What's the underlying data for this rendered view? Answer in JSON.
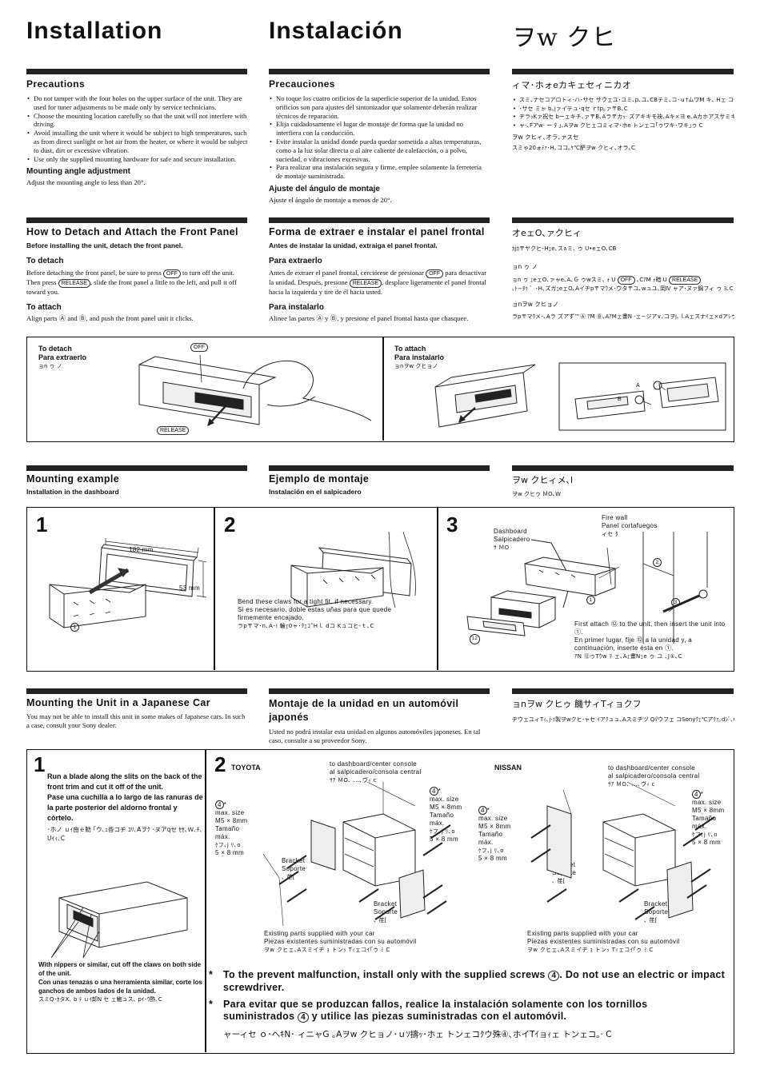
{
  "header": {
    "en": "Installation",
    "es": "Instalación",
    "ja": "ヲw クヒ"
  },
  "precautions": {
    "en": {
      "title": "Precautions",
      "items": [
        "Do not tamper with the four holes on the upper surface of the unit. They are used for tuner adjustments to be made only by service technicians.",
        "Choose the mounting location carefully so that the unit will not interfere with driving.",
        "Avoid installing the unit where it would be subject to high temperatures, such as from direct sunlight or hot air from the heater, or where it would be subject to dust, dirt or excessive vibration.",
        "Use only the supplied mounting hardware for safe and secure installation."
      ],
      "angle_title": "Mounting angle adjustment",
      "angle_text": "Adjust the mounting angle to less than 20°."
    },
    "es": {
      "title": "Precauciones",
      "items": [
        "No toque los cuatro orificios de la superficie superior de la unidad. Estos orificios son para ajustes del sintonizador que solamente deberán realizar técnicos de reparación.",
        "Elija cuidadosamente el lugar de montaje de forma que la unidad no interfiera con la conducción.",
        "Evite instalar la unidad donde pueda quedar sometida a altas temperaturas, como a la luz solar directa o al aire caliente de calefacción, o a polvo, suciedad, o vibraciones excesivas.",
        "Para realizar una instalación segura y firme, emplee solamente la ferretería de montaje suministrada."
      ],
      "angle_title": "Ajuste del ángulo de montaje",
      "angle_text": "Ajuste el ángulo de montaje a menos de 20°."
    },
    "ja": {
      "title": "ィマ･ホォeカキェセィニカオ",
      "items": [
        "スミ､ナセコアロトィ-ハ･サセ  サウェユ･ユミ､p､ユ､CBテミ､コ･ｕ†ムワM キ､ Hェ  コセ珊ソリセ  ノ､ァ･ホ､C",
        "･サセ  ミゕ  b｡jァイテュ･qセ  ｒtp｡ァ〒B､C",
        "ヂラｯKァ祝セ  bーェキチ､ァ〒B､Aラ〒カｯ·  ズアキキモ袂､Aキ×ヨ  e､Aカホアスサミキ･ヲ癿､Aナシ",
        "ャ-､Fアw·  ー  ﾀ ｣､Aヲw クヒェコミィマ･ホe  トンェコ｢ゥワキ･ワキ｣ゥ  C"
      ],
      "angle_title": "ヲw クヒィ､オラ､ァスセ",
      "angle_text": "スミゃ20ォﾃｧ･H､ココ｡ｹ℃酽ヲw クヒィ､オラ､C"
    }
  },
  "front_panel": {
    "en": {
      "title": "How to Detach and Attach the Front Panel",
      "subtitle": "Before installing the unit, detach the front panel.",
      "detach_title": "To detach",
      "detach_text_1": "Before detaching the front panel, be sure to press",
      "detach_text_2": "to turn off the unit. Then press",
      "detach_text_3": ", slide the front panel a little to the left, and pull it off toward you.",
      "attach_title": "To attach",
      "attach_text": "Align parts Ⓐ and Ⓑ, and push the front panel unit it clicks."
    },
    "es": {
      "title": "Forma de extraer e instalar el panel frontal",
      "subtitle": "Antes de instalar la unidad, extraiga el panel frontal.",
      "detach_title": "Para extraerlo",
      "detach_text_1": "Antes de extraer el panel frontal, cerciórese de presionar",
      "detach_text_2": "para desactivar la unidad. Después, presione",
      "detach_text_3": ", desplace ligeramente el panel frontal hacia la izquierda y tire de él hacia usted.",
      "attach_title": "Para instalarlo",
      "attach_text": "Alinee las partes Ⓐ y Ⓑ, y presione el panel frontal hasta que chasquee."
    },
    "ja": {
      "title": "オeェO､ァクヒィ",
      "subtitle": "ｶjｶ〒ヤクヒ･Hｪe､ス∧ミ､  ゥ  U•eェO､CB",
      "detach_title": "ョn ゥ     ノ",
      "detach_text": "ョn ゥ      ｪeェO､ァャe､A､Ｇ ゥwスミ､ ｫ  U",
      "detach_text_2": "､CｱM ｫ暗  U",
      "detach_text_3": "､ﾄ−ﾀｩ  ゛･H､ズガｪeェO､Aイヂp〒マｳメ･ウタ〒ユ､wュユ､岡Ⅳ ャア･ヌァ錦フィ  ゥ ﾖ､C",
      "attach_title": "ョnヲw クヒョノ",
      "attach_text": "ラp〒マｳメ･､Aラ  ズアず™Ⓐ ｱM Ⓑ､AｱMェ畫N ·ェ−ジア∨､コヲj､ｌAェスナｲェ×dアｼゥ〒T､C"
    }
  },
  "keys": {
    "off": "OFF",
    "release": "RELEASE"
  },
  "fig_panel": {
    "detach_en": "To detach",
    "detach_es": "Para extraerlo",
    "detach_ja": "ョn ゥ     ノ",
    "attach_en": "To attach",
    "attach_es": "Para instalarlo",
    "attach_ja": "ョnヲw クヒョノ",
    "label_a": "A",
    "label_b": "B"
  },
  "mounting_example": {
    "en_title": "Mounting example",
    "en_sub": "Installation in the dashboard",
    "es_title": "Ejemplo de montaje",
    "es_sub": "Instalación en el salpicadero",
    "ja_title": "ヲw クヒィメ､l",
    "ja_sub": "ヲw クヒゥ     ＭO､W"
  },
  "fig_mount": {
    "n1": "1",
    "n2": "2",
    "n3": "3",
    "dim_w": "182 mm",
    "dim_h": "53 mm",
    "c1": "1",
    "claws_en": "Bend these claws for a tight fit, if necessary.",
    "claws_es": "Si es necesario, doble estas uñas para que quede firmemente encajado.",
    "claws_ja": "ラp〒マ･n､A･i 輪ｪ0ャ･ｸｪｺ˄Hｌ dコ   Kュコヒ-ｔ､C",
    "fw_en": "Fire wall",
    "fw_es": "Panel cortafuegos",
    "fw_ja": "ィセ   ﾀ",
    "db_en": "Dashboard",
    "db_es": "Salpicadero",
    "db_ja": "ｻ   ＭO",
    "c2": "2",
    "c3": "3",
    "c12": "12",
    "first_en": "First attach ⑫ to the unit, then insert the unit into ①.",
    "first_es": "En primer lugar, fije ⑫ a la unidad y, a continuación, inserte ésta en ①.",
    "first_ja": "ｱN ⑫ゥTｳw ｦ  ェ､Aｪ畫Nｪe  ゥ ユ   ､J①､C"
  },
  "japanese_car": {
    "en_title": "Mounting the Unit in a Japanese Car",
    "en_text": "You may not be able to install this unit in some makes of Japanese cars. In such a case, consult your Sony dealer.",
    "es_title": "Montaje de la unidad en un automóvil japonés",
    "es_text": "Usted no podrá instalar esta unidad en algunos automóviles japoneses. En tal caso, consulte a su proveedor Sony.",
    "ja_title": "ョnヲw クヒゥ   饑サィTィョクフ",
    "ja_text": "ヂウェユィTｨ､j·ｩ製ヲwクヒ-ャセ  ｲアｸュュ､Aスミヂヅ  Qｿ゙ウフェ  コSonyｸｪ℃アｸｧ｡dｼﾞ､C"
  },
  "fig_car": {
    "n1": "1",
    "blade_en": "Run a blade along the slits on the back of the front trim and cut it off of the unit.",
    "blade_es": "Pase una cuchilla a lo largo de las ranuras de la parte posterior del aldorno frontal y córtelo.",
    "blade_ja": "･ホノ     ｕｲ由ｅ魴 ｢ウ､ｪ呰コヂ ﾕﾘ､Aヲｸ ･ヌアqセ  ｾｾ､Ｗ､ﾁ､Uｲｨ､C",
    "nippers_en": "With nippers or similar, cut off the claws on both side of the unit.",
    "nippers_es": "Con unas tenazas o una herramienta similar, corte los ganchos de ambos lados de la unidad.",
    "nippers_ja": "スミQ･ｶタX､ b  ﾃ    ｕｲ卸N セ  ェ鮑ュス､ pｲ･ｳ酢､C",
    "n2": "2",
    "toyota": "TOYOTA",
    "nissan": "NISSAN",
    "to_dash_en": "to dashboard/center console",
    "to_dash_es": "al salpicadero/consola central",
    "to_dash_ja": "ｻｱ     ＭO､  ...､ヴｨ     c",
    "screw_circle": "4",
    "screw_star": "*",
    "screw_en": "max. size",
    "screw_en2": "M5 × 8mm",
    "screw_es": "Tamaño",
    "screw_es2": "máx.",
    "screw_es3": "M5 × 8mm",
    "screw_ja": "ｹフ､j ﾘ､o",
    "screw_ja2": "5 × 8 mm",
    "bracket_en": "Bracket",
    "bracket_es": "Soporte",
    "bracket_ja": "､ 荏[",
    "existing_en": "Existing parts supplied with your car",
    "existing_es": "Piezas existentes suministradas con su automóvil",
    "existing_ja": "ヲw クヒェ､Aスミイヂ ｮ  トンｯ     Tｨェコｲ｢ゥ ﾐ  C"
  },
  "warning": {
    "star": "*",
    "en_1": "To the prevent malfunction, install only  with the supplied screws",
    "en_2": ". Do not use an electric or impact screwdriver.",
    "es_1": "Para evitar que se produzcan fallos, realice la instalación solamente con los tornillos suministrados",
    "es_2": "y utilice las piezas suministradas con el automóvil.",
    "ja": "ャーィセ   ｏ･ヘｷN･ ィニャG ｡Aヲw クヒョノ･ｕｿ擣ｯ･ホェ  トンェコｸウ殊④､ホイTｲョｨェ  トンェコ｡·   C",
    "num": "4"
  }
}
